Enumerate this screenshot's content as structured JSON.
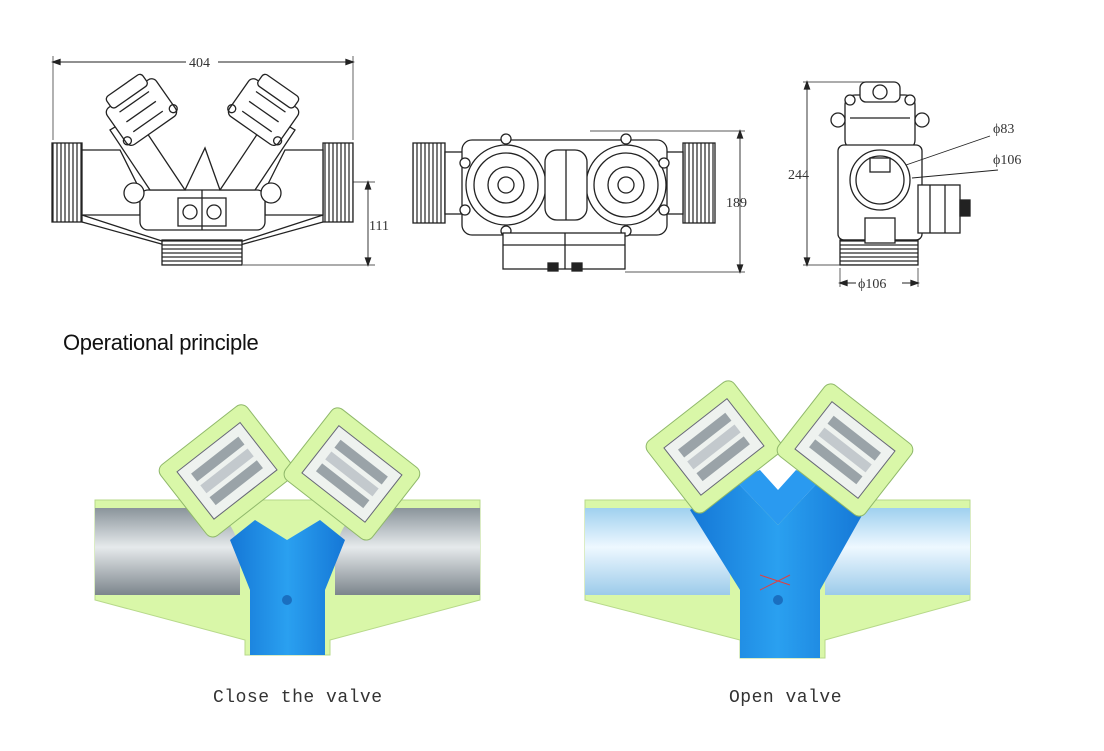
{
  "dimensions": {
    "width_overall": "404",
    "height_front": "111",
    "height_top": "189",
    "height_side": "244",
    "dia_side_upper": "ϕ83",
    "dia_side_mid": "ϕ106",
    "dia_side_bottom": "ϕ106"
  },
  "section_title": "Operational principle",
  "captions": {
    "closed": "Close the valve",
    "open": "Open valve"
  },
  "colors": {
    "body_green": "#d9f7a8",
    "flow_blue": "#1f8fe6",
    "pipe_grey": "#b4bcc2",
    "pipe_light_blue": "#cfe7f5",
    "line": "#222222"
  }
}
